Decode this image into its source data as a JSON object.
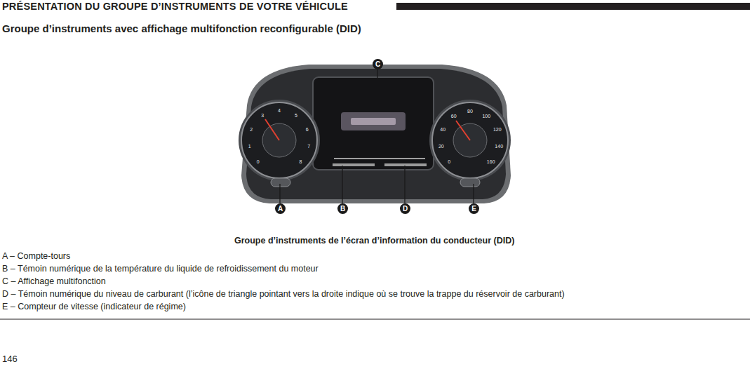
{
  "diagram": {
    "title": "Groupe d’instruments avec affichage multifonction reconfigurable (DID)",
    "caption": "Groupe d’instruments de l’écran d’information du conducteur (DID)",
    "labels": [
      "PRÉSENTATION DU GROUPE D’INSTRUMENTS DE VOTRE VÉHICULE",
      "C",
      "A",
      "B",
      "D",
      "E",
      "A – Compte-tours",
      "B – Témoin numérique de la température du liquide de refroidissement du moteur",
      "C – Affichage multifonction",
      "D – Témoin numérique du niveau de carburant (l’icône de triangle pointant vers la droite indique où se trouve la trappe du réservoir de carburant)",
      "E – Compteur de vitesse (indicateur de régime)",
      "146",
      "0",
      "1",
      "2",
      "3",
      "4",
      "5",
      "6",
      "7",
      "8",
      "0",
      "20",
      "40",
      "60",
      "80",
      "100",
      "120",
      "140",
      "160"
    ]
  }
}
